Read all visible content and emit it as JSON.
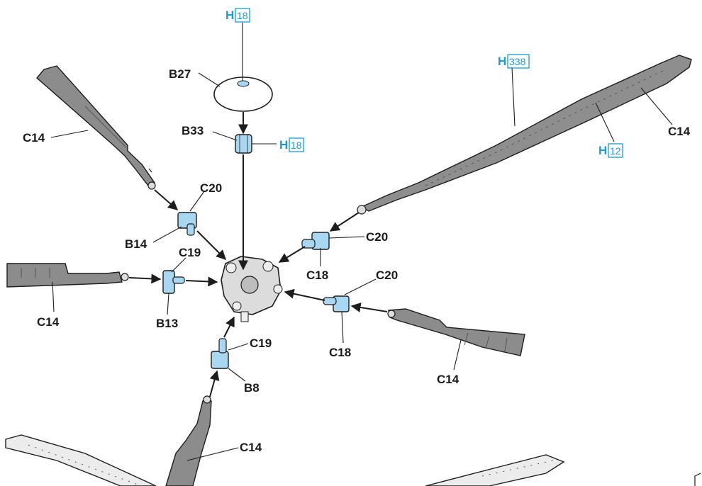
{
  "colors": {
    "blade": "#8e8e8e",
    "blade_dark": "#6b6b6b",
    "outline": "#1d1d1d",
    "part_blue": "#a9d6f0",
    "paint_ref": "#1a9ad6",
    "background": "#ffffff"
  },
  "paint_refs": [
    {
      "id": "h18_top",
      "letter": "H",
      "number": "18"
    },
    {
      "id": "h18_b33",
      "letter": "H",
      "number": "18"
    },
    {
      "id": "h338",
      "letter": "H",
      "number": "338"
    },
    {
      "id": "h12",
      "letter": "H",
      "number": "12"
    }
  ],
  "part_labels": {
    "b27": "B27",
    "b33": "B33",
    "c14_upper_left": "C14",
    "c20_left": "C20",
    "b14": "B14",
    "c19_left": "C19",
    "c14_left": "C14",
    "b13": "B13",
    "c14_right": "C14",
    "c20_right_upper": "C20",
    "c18_right_upper": "C18",
    "c20_right_lower": "C20",
    "c18_right_lower": "C18",
    "c14_lower_right": "C14",
    "c19_bottom": "C19",
    "b8": "B8",
    "c14_bottom": "C14"
  }
}
